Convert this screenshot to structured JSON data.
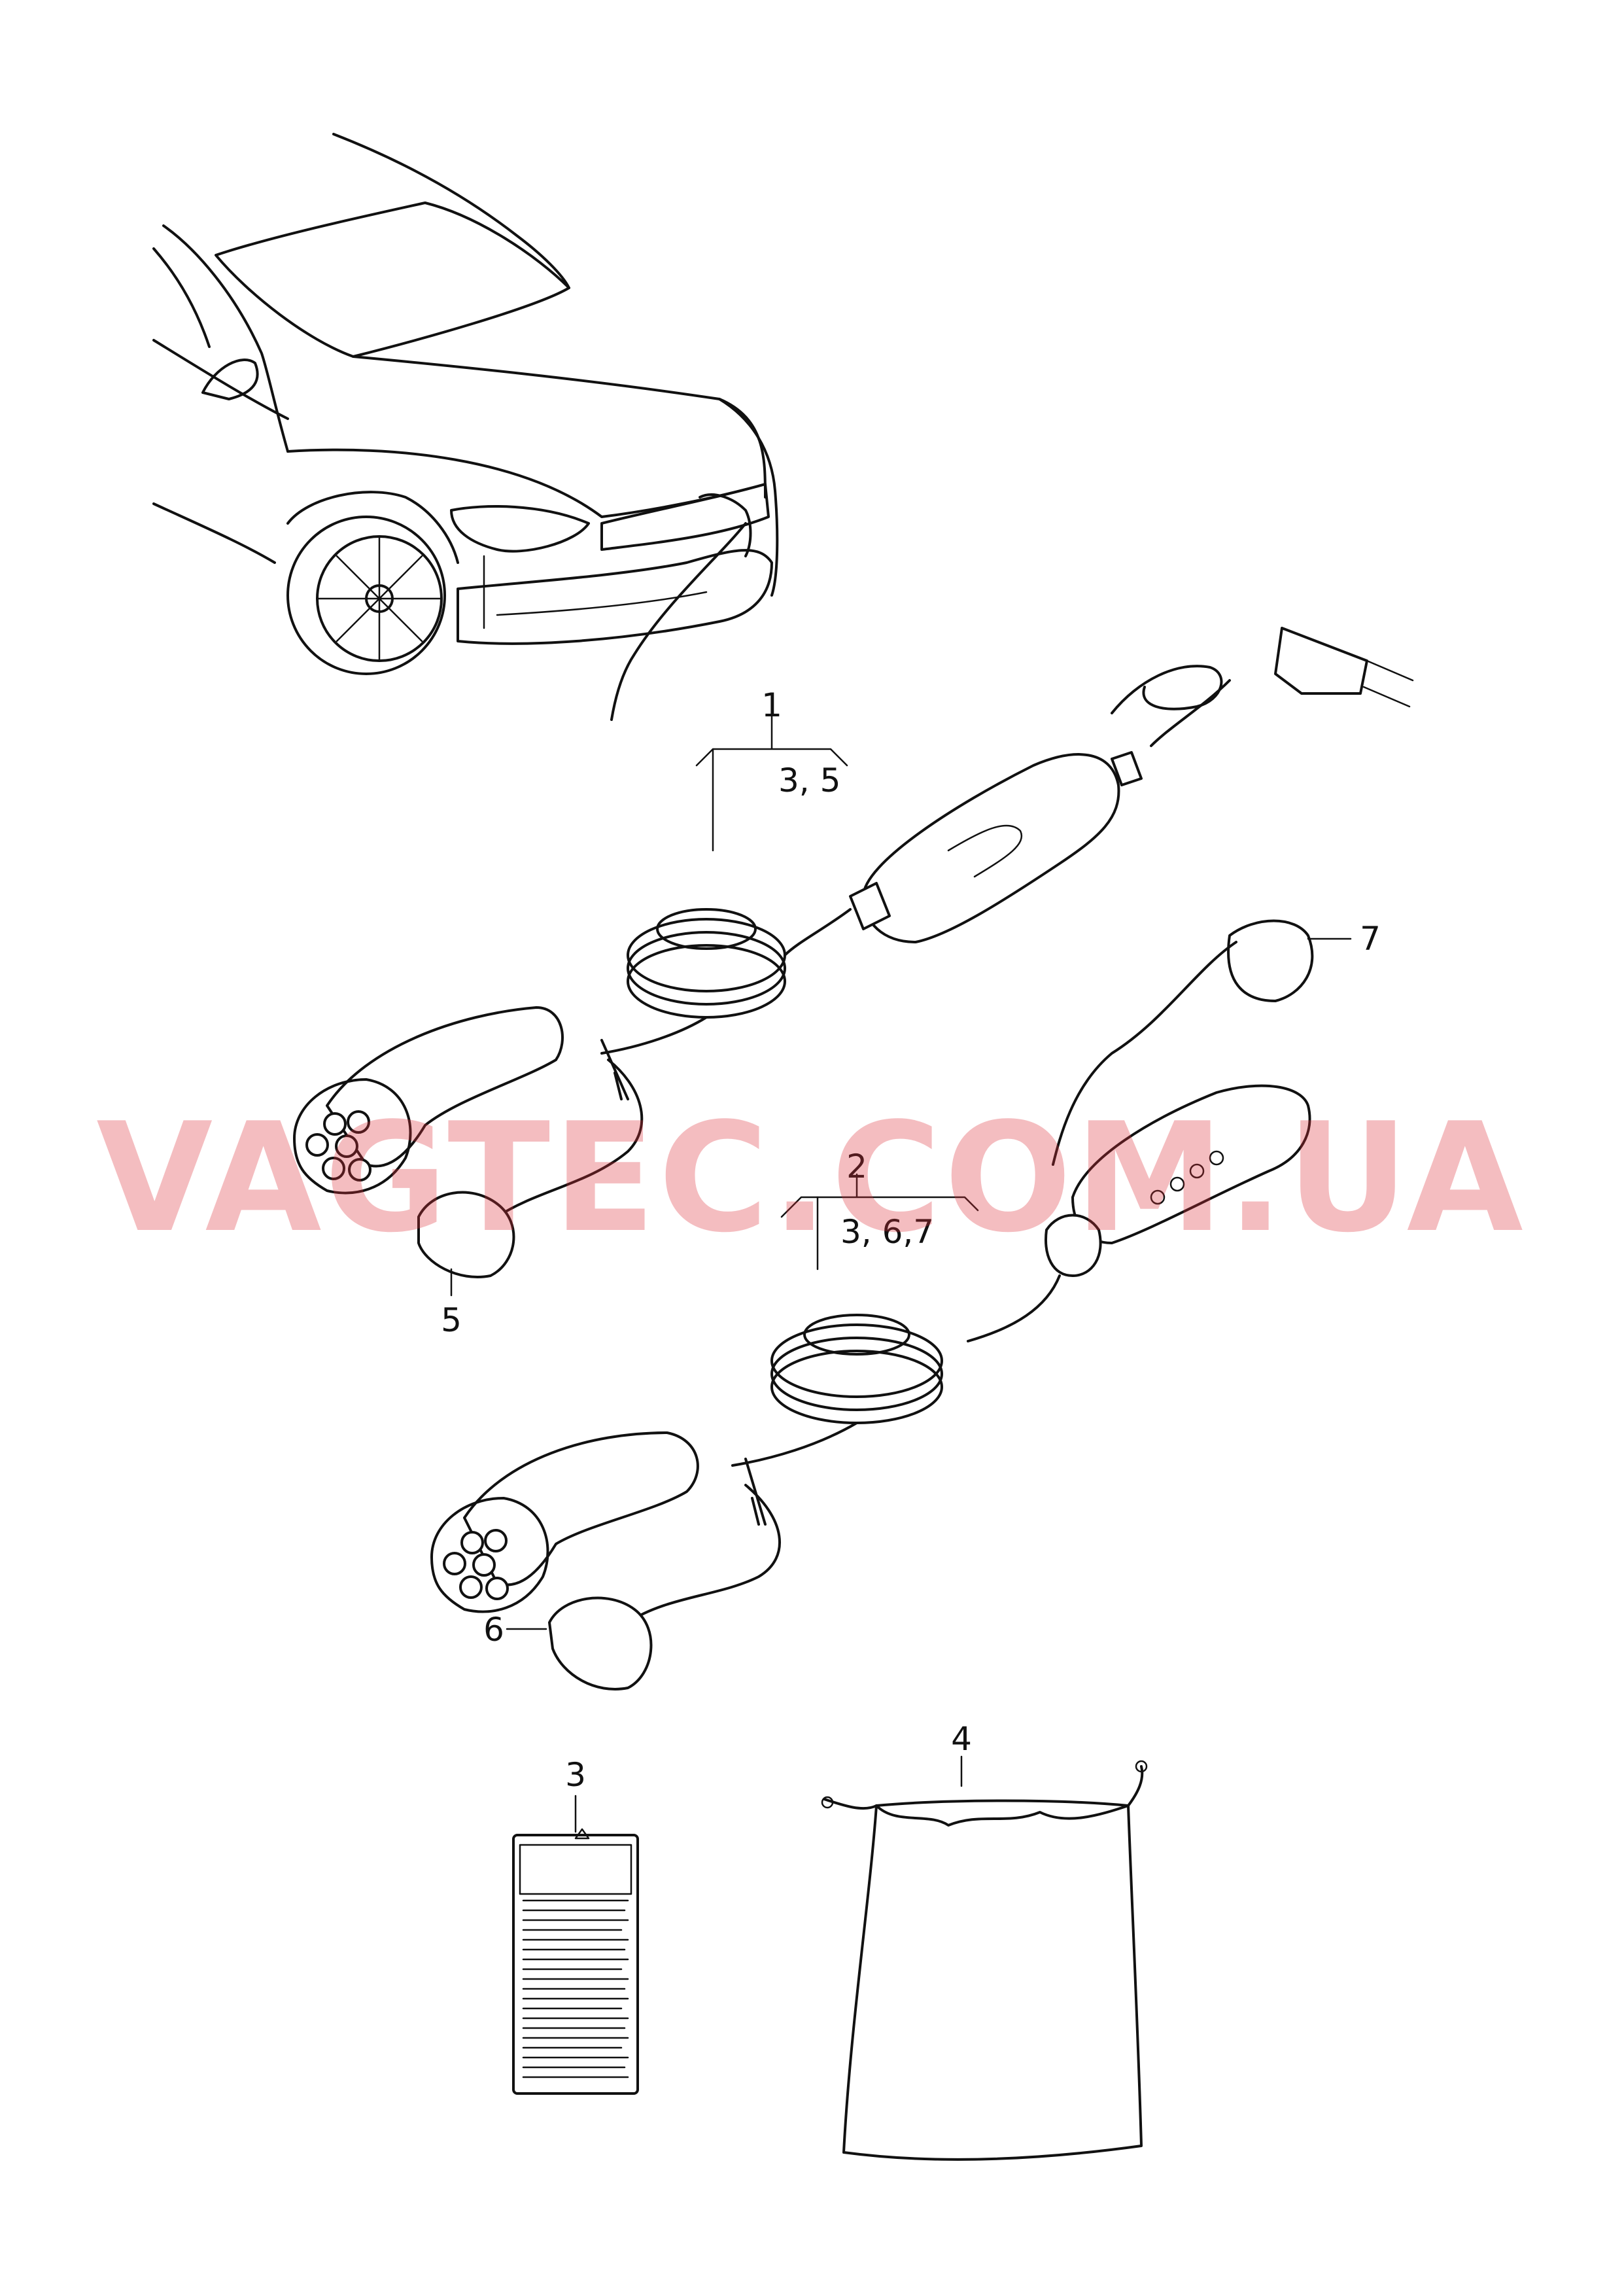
{
  "watermark": "VAGTEC.COM.UA",
  "callouts": {
    "item1": {
      "number": "1",
      "refs": "3, 5"
    },
    "item2": {
      "number": "2",
      "refs": "3, 6,7"
    },
    "item3": {
      "number": "3"
    },
    "item4": {
      "number": "4"
    },
    "item5": {
      "number": "5"
    },
    "item6": {
      "number": "6"
    },
    "item7": {
      "number": "7"
    }
  }
}
